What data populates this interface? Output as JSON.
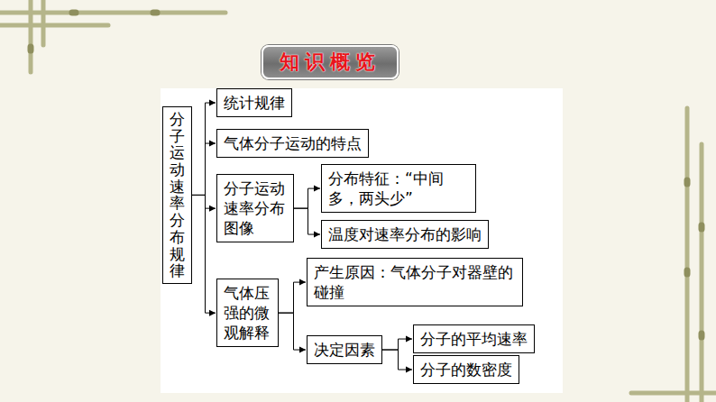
{
  "diagram": {
    "title": "知识概览",
    "nodes": [
      {
        "text": [
          "分子运动速率分布规律"
        ]
      },
      {
        "text": [
          "统计规律"
        ]
      },
      {
        "text": [
          "气体分子运动的特点"
        ]
      },
      {
        "text": [
          "分子运动速率分布图像"
        ]
      },
      {
        "text": [
          "分布特征：“中间多，两头少”"
        ]
      },
      {
        "text": [
          "温度对速率分布的影响"
        ]
      },
      {
        "text": [
          "气体压强的微观解释"
        ]
      },
      {
        "text": [
          "产生原因：气体分子对器壁的碰撞"
        ]
      },
      {
        "text": [
          "决定因素"
        ]
      },
      {
        "text": [
          "分子的平均速率"
        ]
      },
      {
        "text": [
          "分子的数密度"
        ]
      }
    ],
    "edges": [
      {
        "from": 0,
        "to": 1,
        "arrow": "to"
      },
      {
        "from": 0,
        "to": 2,
        "arrow": "to"
      },
      {
        "from": 0,
        "to": 3,
        "arrow": "to"
      },
      {
        "from": 0,
        "to": 6,
        "arrow": "to"
      },
      {
        "from": 3,
        "to": 4,
        "arrow": "to"
      },
      {
        "from": 3,
        "to": 5,
        "arrow": "to"
      },
      {
        "from": 6,
        "to": 7,
        "arrow": "to"
      },
      {
        "from": 6,
        "to": 8,
        "arrow": "to"
      },
      {
        "from": 8,
        "to": 9,
        "arrow": "to"
      },
      {
        "from": 8,
        "to": 10,
        "arrow": "to"
      }
    ]
  }
}
